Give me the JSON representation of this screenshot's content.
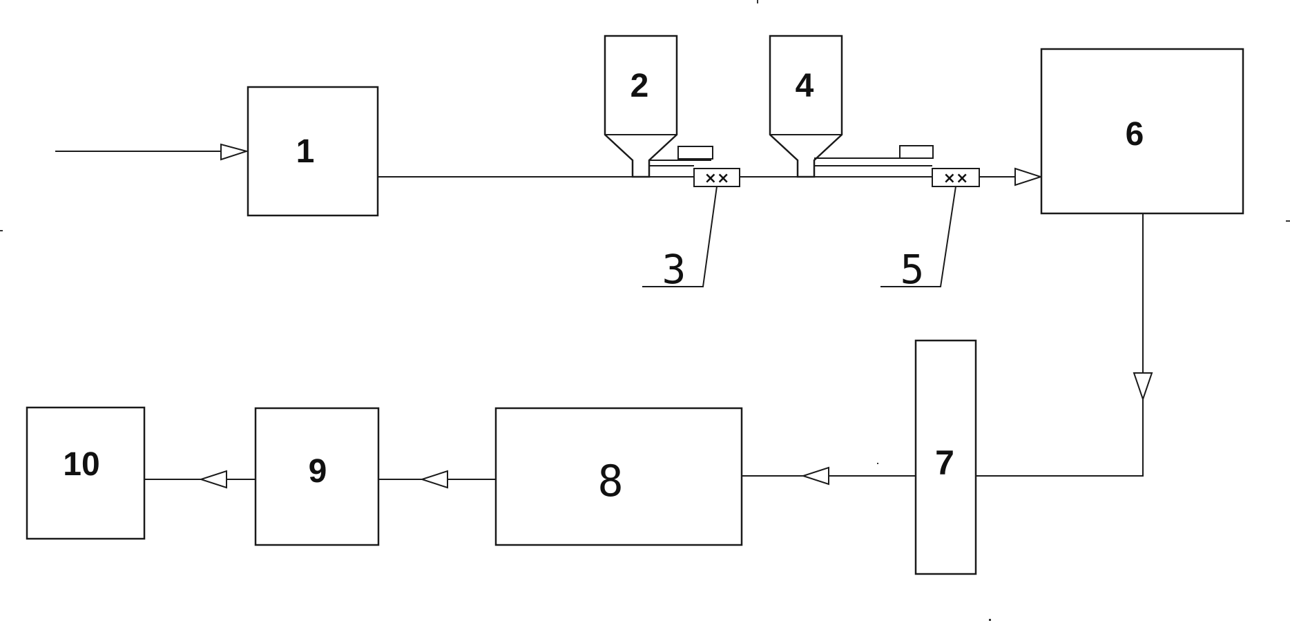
{
  "diagram": {
    "labels": {
      "box1": "1",
      "hopper2": "2",
      "device3": "3",
      "hopper4": "4",
      "device5": "5",
      "box6": "6",
      "box7": "7",
      "box8": "8",
      "box9": "9",
      "box10": "10"
    },
    "device_mark": "××",
    "line_color": "#1a1a1a"
  }
}
